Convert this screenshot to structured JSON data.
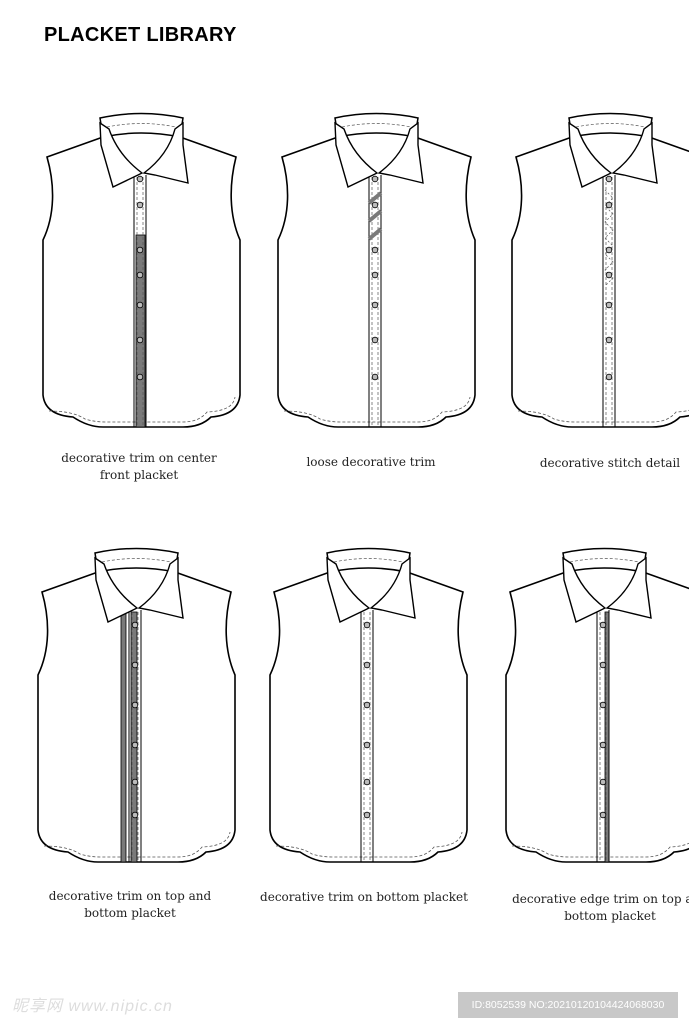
{
  "title": "PLACKET LIBRARY",
  "colors": {
    "line": "#000000",
    "trim": "#7a7a7a",
    "stitch": "#555555"
  },
  "shirts": [
    {
      "label": "decorative trim on center\nfront placket",
      "variant": "center-trim"
    },
    {
      "label": "loose decorative trim",
      "variant": "loose-trim"
    },
    {
      "label": "decorative stitch detail",
      "variant": "stitch-detail"
    },
    {
      "label": "decorative trim on top and\nbottom placket",
      "variant": "top-bottom-trim"
    },
    {
      "label": "decorative trim on bottom placket",
      "variant": "bottom-trim"
    },
    {
      "label": "decorative edge trim on top and\nbottom placket",
      "variant": "edge-trim"
    }
  ],
  "watermark": {
    "logo": "昵享网 www.nipic.cn",
    "id": "ID:8052539 NO:20210120104424068030"
  }
}
